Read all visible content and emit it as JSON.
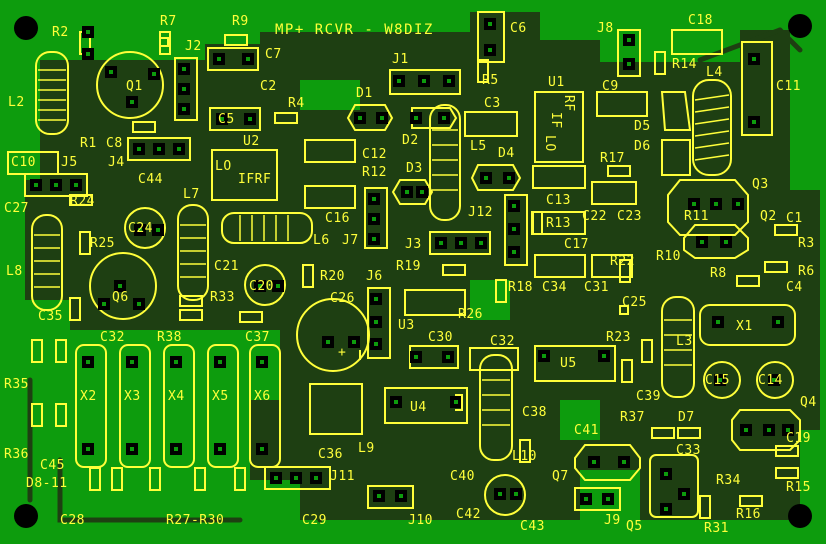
{
  "board": {
    "title": "MP+ RCVR - W8DIZ",
    "colors": {
      "substrate": "#0d9c0d",
      "copper": "#1e3f12",
      "pads": "#000000",
      "silkscreen": "#ffff3a"
    }
  },
  "labels": {
    "r2": "R2",
    "r7": "R7",
    "r9": "R9",
    "c6": "C6",
    "j8": "J8",
    "c18": "C18",
    "j2": "J2",
    "c7": "C7",
    "q1": "Q1",
    "l2": "L2",
    "c2": "C2",
    "j1": "J1",
    "r5": "R5",
    "u1": "U1",
    "l4": "L4",
    "c11": "C11",
    "r14": "R14",
    "c5": "C5",
    "r4": "R4",
    "d1": "D1",
    "c3": "C3",
    "c9": "C9",
    "r1": "R1",
    "c8": "C8",
    "d5": "D5",
    "j5": "J5",
    "j4": "J4",
    "c10": "C10",
    "u2": "U2",
    "lo_u2": "LO",
    "ifrf_u2": "IFRF",
    "rf_u1": "RF",
    "if_u1": "IF",
    "lo_u1": "LO",
    "d2": "D2",
    "l5": "L5",
    "d6": "D6",
    "c12": "C12",
    "d4": "D4",
    "r17": "R17",
    "c44": "C44",
    "d3": "D3",
    "r12": "R12",
    "q3": "Q3",
    "c27": "C27",
    "r24": "R24",
    "l7": "L7",
    "c24": "C24",
    "c16": "C16",
    "c13": "C13",
    "j12": "J12",
    "c22": "C22",
    "c23": "C23",
    "r11": "R11",
    "q2": "Q2",
    "c1": "C1",
    "l6": "L6",
    "j7": "J7",
    "r13": "R13",
    "c17": "C17",
    "r3": "R3",
    "l8": "L8",
    "r25": "R25",
    "j3": "J3",
    "r22": "R22",
    "r10": "R10",
    "r6": "R6",
    "c21": "C21",
    "r8": "R8",
    "r19": "R19",
    "r20": "R20",
    "c20": "C20",
    "j6": "J6",
    "c4": "C4",
    "c26": "C26",
    "r18": "R18",
    "c34": "C34",
    "c31": "C31",
    "q6": "Q6",
    "r33": "R33",
    "c25": "C25",
    "c35": "C35",
    "u3": "U3",
    "r26": "R26",
    "x1": "X1",
    "c37": "C37",
    "c32": "C32",
    "r38": "R38",
    "c30": "C30",
    "r23": "R23",
    "l3": "L3",
    "u5": "U5",
    "r35": "R35",
    "x2": "X2",
    "x3": "X3",
    "x4": "X4",
    "x5": "X5",
    "x6": "X6",
    "c39": "C39",
    "c15": "C15",
    "c14": "C14",
    "q4": "Q4",
    "u4": "U4",
    "c38": "C38",
    "r37": "R37",
    "d7": "D7",
    "r36": "R36",
    "c41": "C41",
    "c33": "C33",
    "c19": "C19",
    "c45": "C45",
    "l9": "L9",
    "c36": "C36",
    "l10": "L10",
    "d8_11": "D8-11",
    "j11": "J11",
    "c40": "C40",
    "q7": "Q7",
    "r34": "R34",
    "r15": "R15",
    "c28": "C28",
    "r27_30": "R27-R30",
    "c29": "C29",
    "j10": "J10",
    "c42": "C42",
    "c43": "C43",
    "j9": "J9",
    "q5": "Q5",
    "r16": "R16",
    "r31": "R31",
    "plus": "+"
  }
}
